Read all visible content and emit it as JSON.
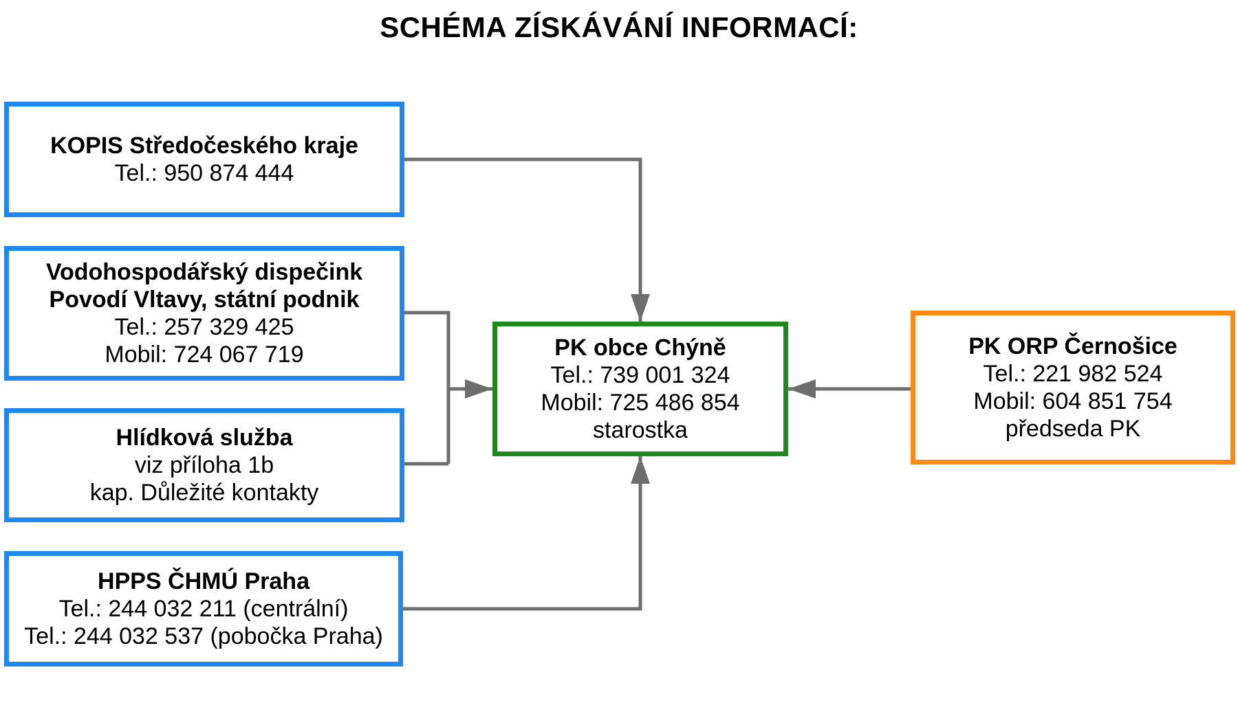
{
  "title": "SCHÉMA ZÍSKÁVÁNÍ INFORMACÍ:",
  "colors": {
    "source_border": "#1e88f0",
    "center_border": "#1e8a1e",
    "orp_border": "#ff8a12",
    "arrow": "#6e6e6e"
  },
  "boxes": {
    "kopis": {
      "name": "KOPIS Středočeského kraje",
      "lines": [
        "Tel.: 950 874 444"
      ]
    },
    "povodi": {
      "name": [
        "Vodohospodářský dispečink",
        "Povodí Vltavy, státní podnik"
      ],
      "lines": [
        "Tel.: 257 329 425",
        "Mobil: 724 067 719"
      ]
    },
    "hlidkova": {
      "name": "Hlídková služba",
      "lines": [
        "viz příloha 1b",
        "kap. Důležité kontakty"
      ]
    },
    "hpps": {
      "name": "HPPS ČHMÚ Praha",
      "lines": [
        "Tel.: 244 032 211 (centrální)",
        "Tel.: 244 032 537 (pobočka Praha)"
      ]
    },
    "pk_obce": {
      "name": "PK obce Chýně",
      "lines": [
        "Tel.: 739 001 324",
        "Mobil: 725 486 854",
        "starostka"
      ]
    },
    "pk_orp": {
      "name": "PK ORP Černošice",
      "lines": [
        "Tel.: 221 982 524",
        "Mobil: 604 851 754",
        "předseda PK"
      ]
    }
  }
}
